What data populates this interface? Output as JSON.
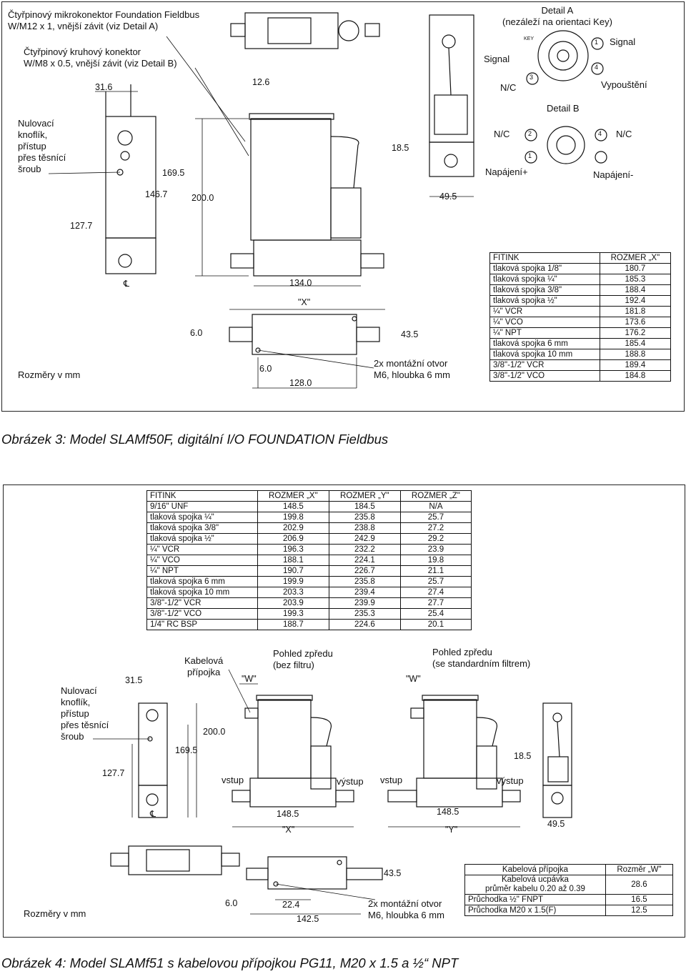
{
  "fig3": {
    "labels": {
      "connector1": "Čtyřpinový mikrokonektor Foundation Fieldbus\nW/M12 x 1, vnější závit (viz Detail A)",
      "connector2": "Čtyřpinový kruhový konektor\nW/M8 x 0.5, vnější závit (viz Detail B)",
      "knob": "Nulovací\nknoflík,\npřístup\npřes těsnící\nšroub",
      "detailA": "Detail A\n(nezáleží na orientaci Key)",
      "detailB": "Detail B",
      "signal_left": "Signal",
      "signal_right": "Signal",
      "nc_a": "N/C",
      "vypusteni": "Vypouštění",
      "nc_b_left": "N/C",
      "nc_b_right": "N/C",
      "napajeni_plus": "Napájení+",
      "napajeni_minus": "Napájení-",
      "mount": "2x montážní otvor\nM6, hloubka 6 mm",
      "units": "Rozměry v mm",
      "key": "KEY"
    },
    "pins": [
      "1",
      "2",
      "3",
      "4"
    ],
    "dims": {
      "d31_6": "31.6",
      "d12_6": "12.6",
      "d169_5": "169.5",
      "d146_7": "146.7",
      "d200_0": "200.0",
      "d127_7": "127.7",
      "d134_0": "134.0",
      "dX": "\"X\"",
      "d18_5": "18.5",
      "d49_5": "49.5",
      "d6_0a": "6.0",
      "d6_0b": "6.0",
      "d43_5": "43.5",
      "d128_0": "128.0",
      "cl": "℄"
    },
    "table": {
      "headers": [
        "FITINK",
        "ROZMER „X\""
      ],
      "rows": [
        [
          "tlaková spojka 1/8\"",
          "180.7"
        ],
        [
          "tlaková spojka ¼\"",
          "185.3"
        ],
        [
          "tlaková spojka 3/8\"",
          "188.4"
        ],
        [
          "tlaková spojka ½\"",
          "192.4"
        ],
        [
          "¼\" VCR",
          "181.8"
        ],
        [
          "¼\" VCO",
          "173.6"
        ],
        [
          "¼\" NPT",
          "176.2"
        ],
        [
          "tlaková spojka 6 mm",
          "185.4"
        ],
        [
          "tlaková spojka 10 mm",
          "188.8"
        ],
        [
          "3/8\"-1/2\" VCR",
          "189.4"
        ],
        [
          "3/8\"-1/2\" VCO",
          "184.8"
        ]
      ]
    },
    "caption": "Obrázek 3: Model SLAMf50F, digitální I/O FOUNDATION Fieldbus"
  },
  "fig4": {
    "labels": {
      "knob": "Nulovací\nknoflík,\npřístup\npřes těsnící\nšroub",
      "cable": "Kabelová\npřípojka",
      "front_nofilter": "Pohled zpředu\n(bez filtru)",
      "front_filter": "Pohled zpředu\n(se standardním filtrem)",
      "W1": "\"W\"",
      "W2": "\"W\"",
      "vstup1": "vstup",
      "vystup1": "výstup",
      "vstup2": "vstup",
      "vystup2": "výstup",
      "mount": "2x montážní otvor\nM6, hloubka 6 mm",
      "units": "Rozměry v mm"
    },
    "dims": {
      "d31_5": "31.5",
      "d200_0": "200.0",
      "d169_5": "169.5",
      "d127_7": "127.7",
      "d148_5a": "148.5",
      "dX": "\"X\"",
      "d148_5b": "148.5",
      "dY": "\"Y\"",
      "d18_5": "18.5",
      "d49_5": "49.5",
      "d43_5": "43.5",
      "d6_0": "6.0",
      "d22_4": "22.4",
      "d142_5": "142.5",
      "cl": "℄"
    },
    "table": {
      "headers": [
        "FITINK",
        "ROZMER „X\"",
        "ROZMER „Y\"",
        "ROZMER „Z\""
      ],
      "rows": [
        [
          "9/16\" UNF",
          "148.5",
          "184.5",
          "N/A"
        ],
        [
          "tlaková spojka ¼\"",
          "199.8",
          "235.8",
          "25.7"
        ],
        [
          "tlaková spojka 3/8\"",
          "202.9",
          "238.8",
          "27.2"
        ],
        [
          "tlaková spojka ½\"",
          "206.9",
          "242.9",
          "29.2"
        ],
        [
          "¼\" VCR",
          "196.3",
          "232.2",
          "23.9"
        ],
        [
          "¼\" VCO",
          "188.1",
          "224.1",
          "19.8"
        ],
        [
          "¼\" NPT",
          "190.7",
          "226.7",
          "21.1"
        ],
        [
          "tlaková spojka 6 mm",
          "199.9",
          "235.8",
          "25.7"
        ],
        [
          "tlaková spojka 10 mm",
          "203.3",
          "239.4",
          "27.4"
        ],
        [
          "3/8\"-1/2\" VCR",
          "203.9",
          "239.9",
          "27.7"
        ],
        [
          "3/8\"-1/2\" VCO",
          "199.3",
          "235.3",
          "25.4"
        ],
        [
          "1/4\" RC BSP",
          "188.7",
          "224.6",
          "20.1"
        ]
      ]
    },
    "cable_table": {
      "headers": [
        "Kabelová přípojka",
        "Rozměr „W\""
      ],
      "rows": [
        [
          "Kabelová ucpávka\nprůměr kabelu 0.20 až 0.39",
          "28.6"
        ],
        [
          "Průchodka ½\" FNPT",
          "16.5"
        ],
        [
          "Průchodka M20 x 1.5(F)",
          "12.5"
        ]
      ]
    },
    "caption": "Obrázek 4: Model SLAMf51 s kabelovou přípojkou PG11, M20 x 1.5 a  ½“ NPT"
  }
}
